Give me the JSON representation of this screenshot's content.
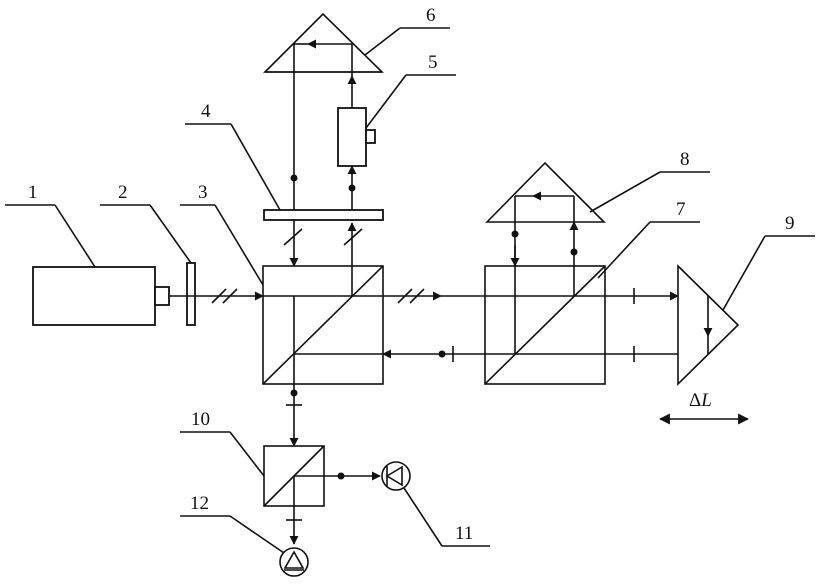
{
  "labels": {
    "n1": "1",
    "n2": "2",
    "n3": "3",
    "n4": "4",
    "n5": "5",
    "n6": "6",
    "n7": "7",
    "n8": "8",
    "n9": "9",
    "n10": "10",
    "n11": "11",
    "n12": "12"
  },
  "delta": {
    "symbol": "Δ",
    "var": "L"
  }
}
